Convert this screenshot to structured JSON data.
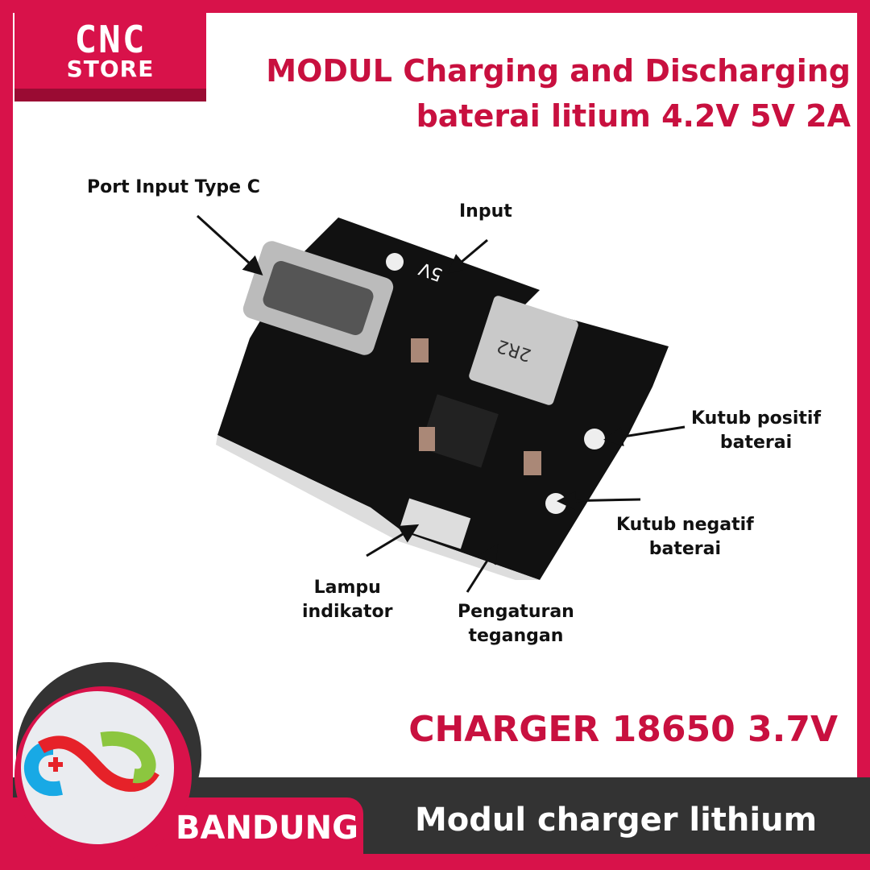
{
  "logo": {
    "line1": "CNC",
    "line2": "STORE"
  },
  "title": {
    "line1": "MODUL Charging and Discharging",
    "line2": "baterai litium 4.2V 5V 2A"
  },
  "labels": {
    "port": "Port Input Type C",
    "input": "Input",
    "pos1": "Kutub positif",
    "pos2": "baterai",
    "neg1": "Kutub negatif",
    "neg2": "baterai",
    "lamp1": "Lampu",
    "lamp2": "indikator",
    "reg1": "Pengaturan",
    "reg2": "tegangan"
  },
  "board": {
    "inductor": "2R2",
    "pin_5v": "5V"
  },
  "footer": {
    "charger": "CHARGER 18650 3.7V",
    "brand": "BANDUNG",
    "subtitle": "Modul charger lithium"
  },
  "colors": {
    "brand": "#d8124a",
    "dark": "#333333"
  }
}
